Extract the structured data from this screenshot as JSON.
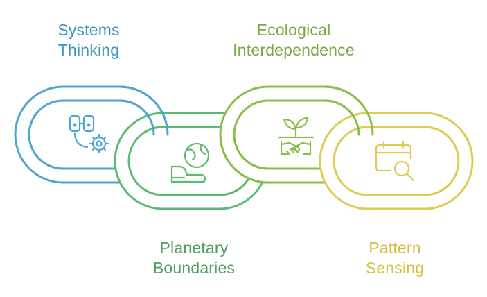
{
  "colors": {
    "blue": "#4ea5cf",
    "green": "#5dba72",
    "olive": "#8bbd4a",
    "yellow": "#dfcb52",
    "systems_text": "#3f93bf",
    "ecological_text": "#7aa845",
    "planetary_text": "#4f9e5f",
    "pattern_text": "#d6bf3e"
  },
  "links": [
    {
      "id": "systems",
      "label_lines": [
        "Systems",
        "Thinking"
      ],
      "icon": "connected-systems-gear-icon",
      "color_key": "blue"
    },
    {
      "id": "planetary",
      "label_lines": [
        "Planetary",
        "Boundaries"
      ],
      "icon": "globe-hand-icon",
      "color_key": "green"
    },
    {
      "id": "ecological",
      "label_lines": [
        "Ecological",
        "Interdependence"
      ],
      "icon": "sprout-handshake-icon",
      "color_key": "olive"
    },
    {
      "id": "pattern",
      "label_lines": [
        "Pattern",
        "Sensing"
      ],
      "icon": "calendar-search-icon",
      "color_key": "yellow"
    }
  ]
}
